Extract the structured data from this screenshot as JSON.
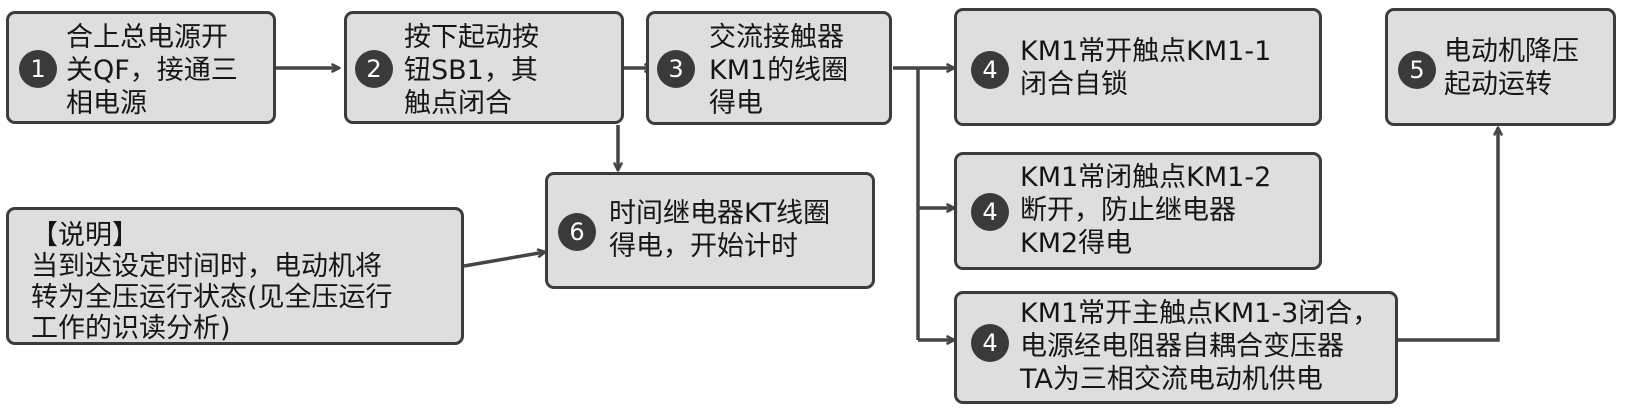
{
  "colors": {
    "box_fill": "#dedede",
    "box_border": "#3c3c3c",
    "badge": "#3a3a3a",
    "arrow": "#454545"
  },
  "steps": [
    {
      "id": "s1",
      "num": "1",
      "text": "合上总电源开\n关QF，接通三\n相电源"
    },
    {
      "id": "s2",
      "num": "2",
      "text": "按下起动按\n钮SB1，其\n触点闭合"
    },
    {
      "id": "s3",
      "num": "3",
      "text": "交流接触器\nKM1的线圈\n得电"
    },
    {
      "id": "s4a",
      "num": "4",
      "text": "KM1常开触点KM1-1\n闭合自锁"
    },
    {
      "id": "s5",
      "num": "5",
      "text": "电动机降压\n起动运转"
    },
    {
      "id": "s6",
      "num": "6",
      "text": "时间继电器KT线圈\n得电，开始计时"
    },
    {
      "id": "s4b",
      "num": "4",
      "text": "KM1常闭触点KM1-2\n断开，防止继电器\nKM2得电"
    },
    {
      "id": "s4c",
      "num": "4",
      "text": "KM1常开主触点KM1-3闭合，\n电源经电阻器自耦合变压器\nTA为三相交流电动机供电"
    }
  ],
  "note": {
    "text": "【说明】\n当到达设定时间时，电动机将\n转为全压运行状态(见全压运行\n工作的识读分析)"
  }
}
